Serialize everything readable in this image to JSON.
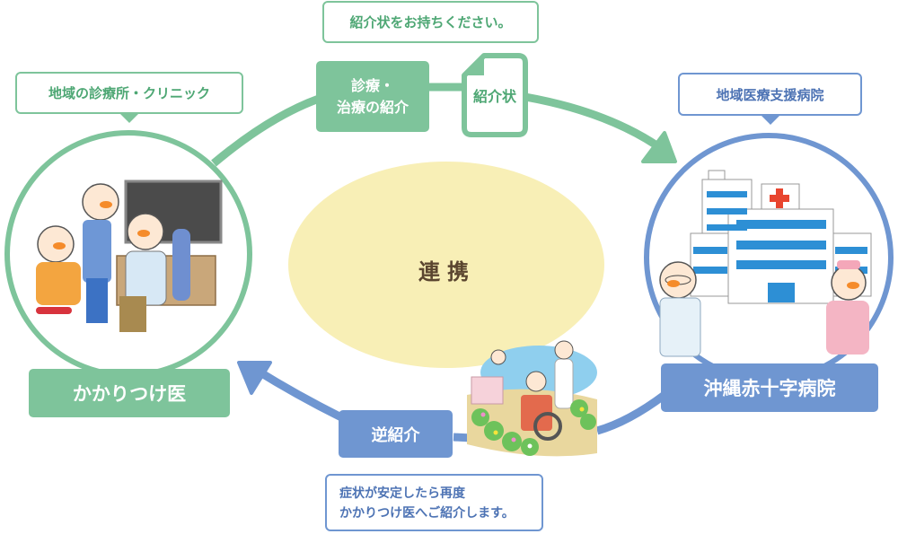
{
  "diagram": {
    "center": {
      "label": "連携"
    },
    "nodes": {
      "clinic": {
        "callout": "地域の診療所・クリニック",
        "label": "かかりつけ医",
        "illustration": "doctor-consulting-elderly-patients"
      },
      "hospital": {
        "callout": "地域医療支援病院",
        "label": "沖縄赤十字病院",
        "illustration": "hospital-building-with-doctor-and-nurse"
      }
    },
    "referral": {
      "callout": "紹介状をお持ちください。",
      "step_label": "診療・\n治療の紹介",
      "document_label": "紹介状",
      "direction": "clinic-to-hospital"
    },
    "reverse_referral": {
      "step_label": "逆紹介",
      "note": "症状が安定したら再度\nかかりつけ医へご紹介します。",
      "illustration": "patient-in-wheelchair-with-nurse",
      "direction": "hospital-to-clinic"
    },
    "colors": {
      "green": "#7ec49b",
      "green_text": "#4ea774",
      "blue": "#6f96d1",
      "blue_text": "#4d73b4",
      "center_fill": "#f8efb6",
      "center_text": "#5b4630",
      "cross_red": "#e8452f"
    }
  }
}
